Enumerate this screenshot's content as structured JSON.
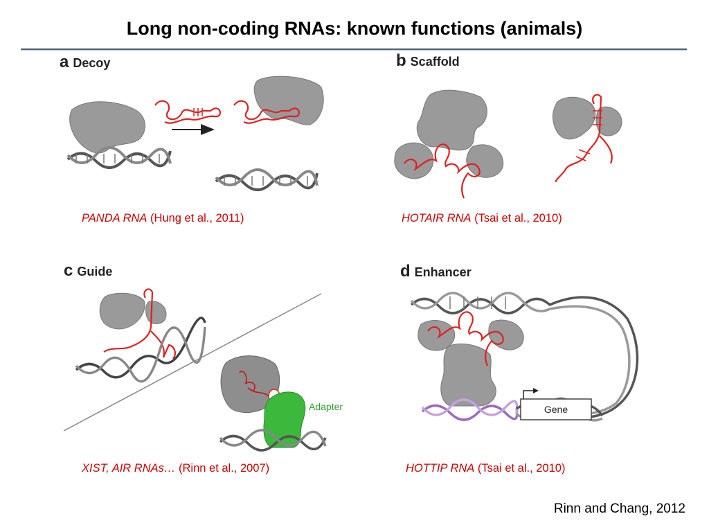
{
  "title": "Long non-coding RNAs: known functions (animals)",
  "panels": [
    {
      "letter": "a",
      "name": "Decoy",
      "caption_italic": "PANDA RNA",
      "caption_cite": "(Hung et al., 2011)"
    },
    {
      "letter": "b",
      "name": "Scaffold",
      "caption_italic": "HOTAIR RNA",
      "caption_cite": "(Tsai et al., 2010)"
    },
    {
      "letter": "c",
      "name": "Guide",
      "caption_italic": "XIST, AIR RNAs…",
      "caption_cite": "(Rinn et al., 2007)"
    },
    {
      "letter": "d",
      "name": "Enhancer",
      "caption_italic": "HOTTIP RNA",
      "caption_cite": "(Tsai et al., 2010)"
    }
  ],
  "labels": {
    "adapter": "Adapter",
    "gene": "Gene"
  },
  "credit": "Rinn and Chang, 2012",
  "colors": {
    "rna": "#e02020",
    "protein": "#9a9a9a",
    "dna": "#555555",
    "adapter": "#3cb83c",
    "enhancer_dna": "#9b6bc0",
    "title_rule": "#4a6079"
  }
}
